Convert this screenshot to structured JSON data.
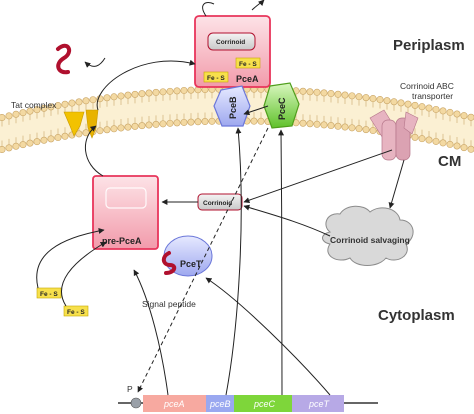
{
  "regions": {
    "periplasm": "Periplasm",
    "cytoplasm": "Cytoplasm",
    "cm": "CM"
  },
  "labels": {
    "tat_complex": "Tat complex",
    "abc_transporter_line1": "Corrinoid ABC",
    "abc_transporter_line2": "transporter",
    "signal_peptide": "Signal peptide",
    "corrinoid_salvaging": "Corrinoid salvaging"
  },
  "proteins": {
    "pcea_mature": "PceA",
    "corrinoid": "Corrinoid",
    "fes": "Fe - S",
    "pceb": "PceB",
    "pcec": "PceC",
    "pre_pcea": "pre-PceA",
    "pcet": "PceT",
    "promoter": "P"
  },
  "genes": [
    "pceA",
    "pceB",
    "pceC",
    "pceT"
  ],
  "colors": {
    "membrane": "#f3d9a2",
    "pcea_box": "#f7c3cc",
    "pcea_border": "#e8355b",
    "pceb": "#b9c0f5",
    "pcec": "#7dd63a",
    "pcet": "#c8c8f5",
    "fes": "#f7e04c",
    "cloud": "#d9d9d9",
    "tat": "#f2c200",
    "abc": "#e7b4c1",
    "gene_pcea": "#f7a9a0",
    "gene_pceb": "#9aa8f0",
    "gene_pcec": "#7ed63a",
    "gene_pcet": "#b7a9e6"
  }
}
